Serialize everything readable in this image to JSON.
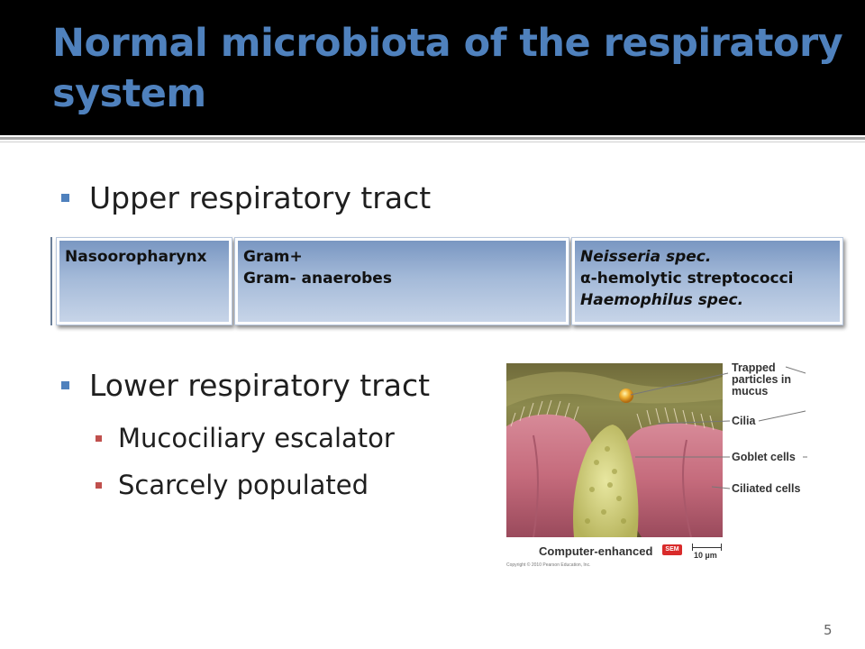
{
  "slide": {
    "title": "Normal microbiota of the respiratory system",
    "page_number": "5"
  },
  "bullets": {
    "upper": "Upper respiratory tract",
    "lower": "Lower respiratory tract",
    "lower_sub": [
      "Mucociliary escalator",
      "Scarcely populated"
    ]
  },
  "table": {
    "site": "Nasooropharynx",
    "col2": [
      "Gram+",
      "Gram- anaerobes"
    ],
    "col3": [
      "Neisseria spec.",
      "α-hemolytic streptococci",
      "Haemophilus spec."
    ]
  },
  "figure": {
    "labels": {
      "trapped": "Trapped particles in mucus",
      "cilia": "Cilia",
      "goblet": "Goblet cells",
      "ciliated": "Ciliated cells"
    },
    "caption": "Computer-enhanced",
    "sem_badge": "SEM",
    "scale": "10 µm",
    "copyright": "Copyright © 2010 Pearson Education, Inc."
  },
  "colors": {
    "title": "#4f81bd",
    "bullet_level1": "#4f81bd",
    "bullet_level2": "#c0504d",
    "header_band": "#000000"
  }
}
